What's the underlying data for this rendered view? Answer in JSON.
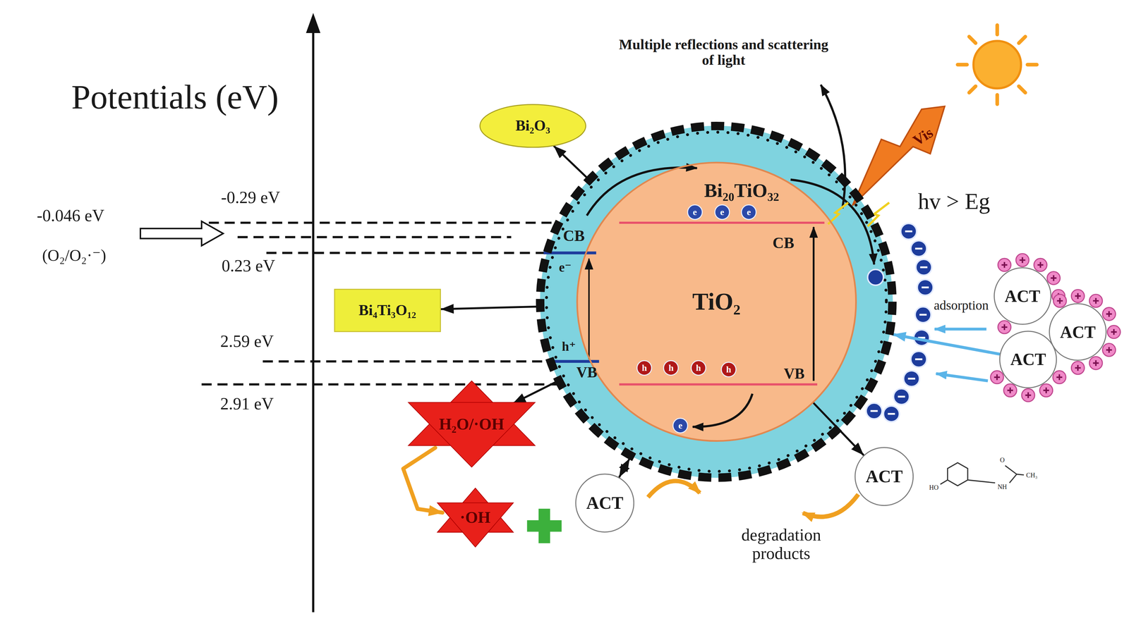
{
  "diagram": {
    "nodes": [
      {
        "text": [
          "Bi₂O₃"
        ]
      },
      {
        "text": [
          "Bi₂₀TiO₃₂"
        ]
      },
      {
        "text": [
          "TiO₂"
        ],
        "in": 1
      },
      {
        "text": [
          "Bi₄Ti₃O₁₂"
        ]
      },
      {
        "text": [
          "H₂O/·OH"
        ]
      },
      {
        "text": [
          "·OH"
        ]
      },
      {
        "text": [
          "ACT"
        ]
      },
      {
        "text": [
          "ACT"
        ]
      },
      {
        "text": [
          "ACT"
        ]
      },
      {
        "text": [
          "ACT"
        ]
      },
      {
        "text": [
          "ACT"
        ]
      }
    ],
    "edges": [
      {
        "from": 1,
        "to": 0,
        "arrow": "to"
      },
      {
        "from": 1,
        "to": 3,
        "arrow": "to"
      },
      {
        "from": 1,
        "to": 4,
        "arrow": "to"
      },
      {
        "from": 4,
        "to": 5,
        "arrow": "to"
      },
      {
        "from": 1,
        "to": 6,
        "arrow": "both"
      },
      {
        "from": 2,
        "to": 7,
        "arrow": "to"
      },
      {
        "from": 10,
        "to": 1,
        "arrow": "to"
      }
    ],
    "labels": [
      "Potentials (eV)",
      "-0.29 eV",
      "-0.046 eV",
      "(O₂/O₂·⁻)",
      "0.23 eV",
      "2.59 eV",
      "2.91 eV",
      "Multiple reflections and scattering of light",
      "Vis",
      "hv > Eg",
      "CB",
      "e⁻",
      "h⁺",
      "VB",
      "CB",
      "VB",
      "e",
      "e",
      "e",
      "h",
      "h",
      "h",
      "h",
      "e",
      "adsorption",
      "degradation products",
      "HO",
      "NH",
      "O",
      "CH₃"
    ]
  }
}
